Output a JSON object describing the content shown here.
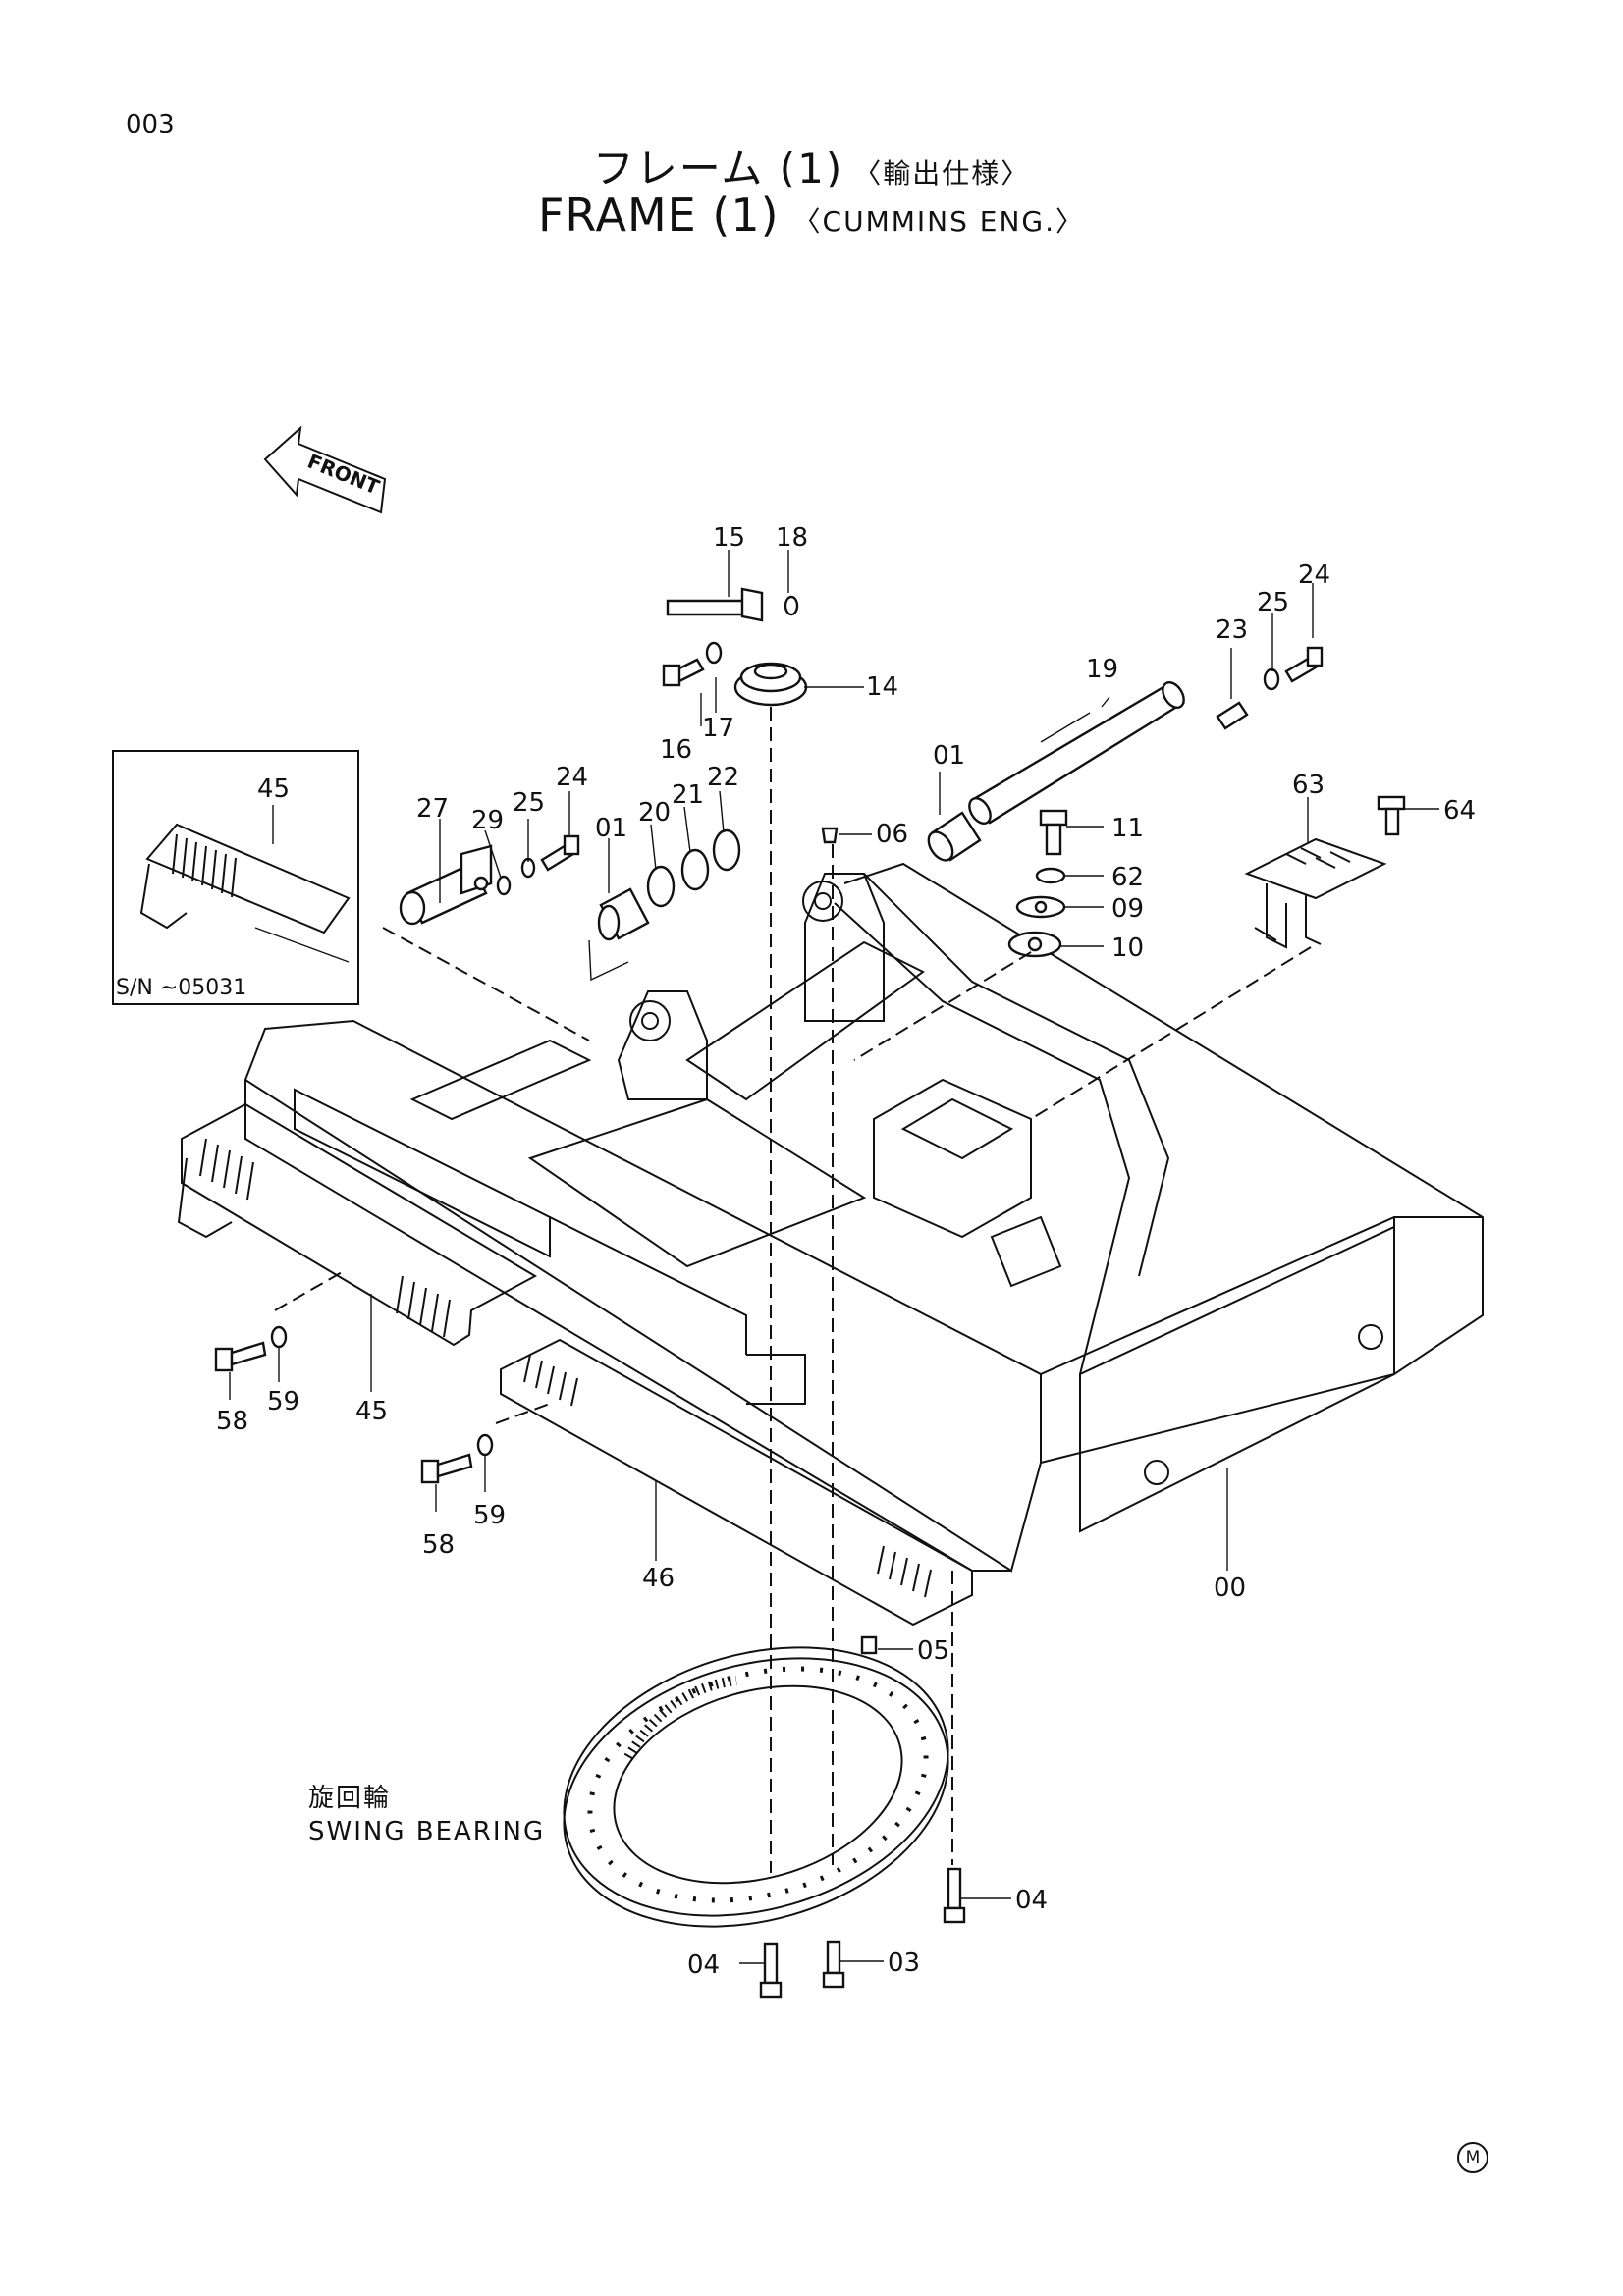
{
  "page_number": "003",
  "title": {
    "jp_main": "フレーム (1)",
    "jp_sub": "〈輸出仕様〉",
    "en_main": "FRAME (1)",
    "en_sub": "〈CUMMINS ENG.〉"
  },
  "direction_arrow": "FRONT",
  "inset": {
    "part_number": "45",
    "serial_note": "S/N ~05031"
  },
  "swing_bearing": {
    "jp": "旋回輪",
    "en": "SWING BEARING"
  },
  "part_labels": [
    "00",
    "01",
    "01",
    "03",
    "04",
    "04",
    "05",
    "06",
    "09",
    "10",
    "11",
    "14",
    "15",
    "16",
    "17",
    "18",
    "19",
    "20",
    "21",
    "22",
    "23",
    "24",
    "24",
    "25",
    "25",
    "27",
    "29",
    "45",
    "45",
    "46",
    "58",
    "58",
    "59",
    "59",
    "62",
    "63",
    "64"
  ],
  "footer_mark": "M"
}
